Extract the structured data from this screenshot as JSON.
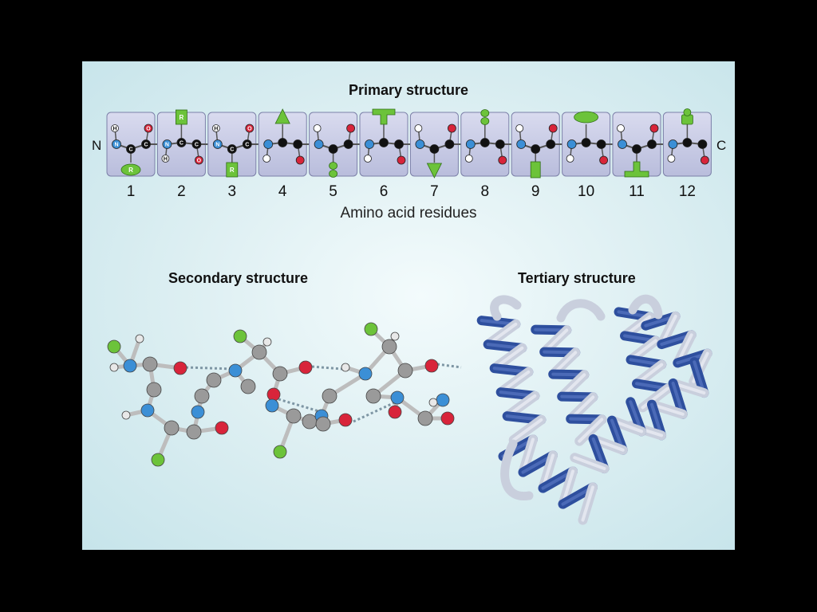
{
  "primary": {
    "title": "Primary structure",
    "caption": "Amino acid residues",
    "n_terminus": "N",
    "c_terminus": "C",
    "side_chain_label": "R",
    "residue_numbers": [
      "1",
      "2",
      "3",
      "4",
      "5",
      "6",
      "7",
      "8",
      "9",
      "10",
      "11",
      "12"
    ],
    "atom_labels": {
      "hydrogen": "H",
      "nitrogen": "N",
      "carbon": "C",
      "oxygen": "O"
    }
  },
  "secondary": {
    "title": "Secondary structure"
  },
  "tertiary": {
    "title": "Tertiary structure"
  },
  "colors": {
    "background": "#000000",
    "panel": "#d6ecf0",
    "box": "#c9cce6",
    "side_chain": "#6cc33a",
    "nitrogen": "#3b8fd6",
    "oxygen": "#d8243a",
    "carbon": "#111111",
    "hydrogen": "#ffffff",
    "helix": "#2e4f9e"
  }
}
